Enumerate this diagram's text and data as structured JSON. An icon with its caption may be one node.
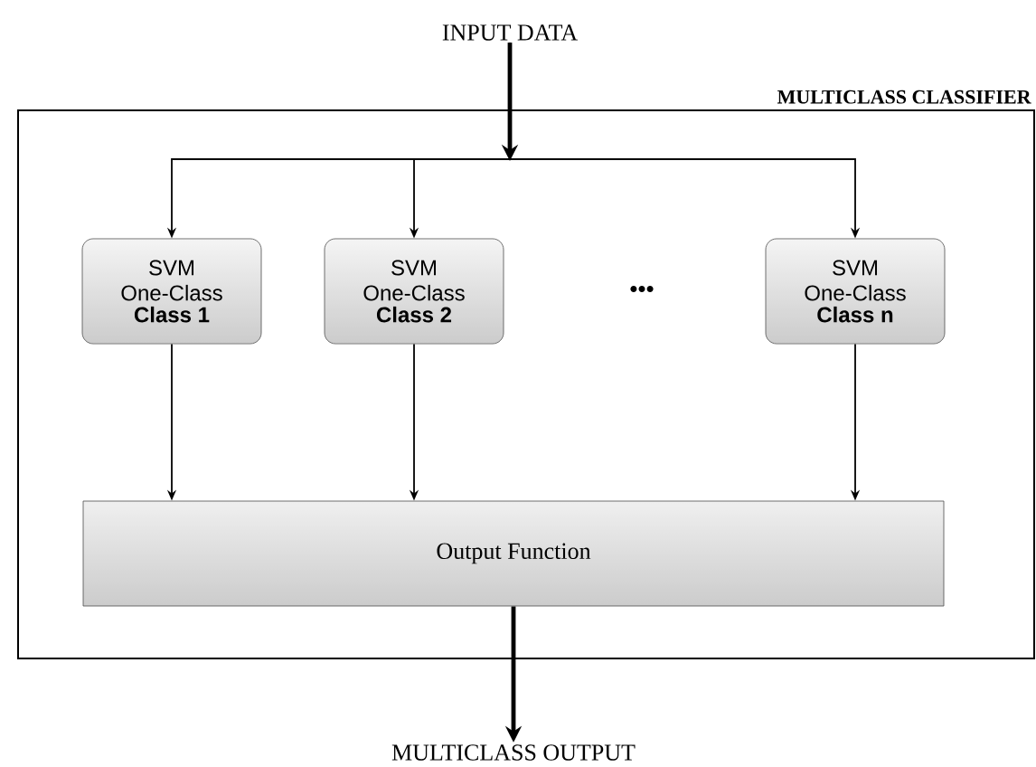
{
  "diagram": {
    "nodes": [
      {
        "text": [
          "INPUT DATA"
        ]
      },
      {
        "text": [
          "MULTICLASS CLASSIFIER"
        ]
      },
      {
        "text": [
          "SVM One-Class",
          "Class 1"
        ],
        "in": 1
      },
      {
        "text": [
          "SVM One-Class",
          "Class 2"
        ],
        "in": 1
      },
      {
        "text": [
          "SVM One-Class",
          "Class n"
        ],
        "in": 1
      },
      {
        "text": [
          "Output Function"
        ],
        "in": 1
      },
      {
        "text": [
          "MULTICLASS OUTPUT"
        ]
      }
    ],
    "edges": [
      {
        "from": 0,
        "to": 2,
        "arrow": "to"
      },
      {
        "from": 0,
        "to": 3,
        "arrow": "to"
      },
      {
        "from": 0,
        "to": 4,
        "arrow": "to"
      },
      {
        "from": 2,
        "to": 5,
        "arrow": "to"
      },
      {
        "from": 3,
        "to": 5,
        "arrow": "to"
      },
      {
        "from": 4,
        "to": 5,
        "arrow": "to"
      },
      {
        "from": 5,
        "to": 6,
        "arrow": "to",
        "style": "thick"
      }
    ],
    "labels": [
      "•••"
    ]
  }
}
